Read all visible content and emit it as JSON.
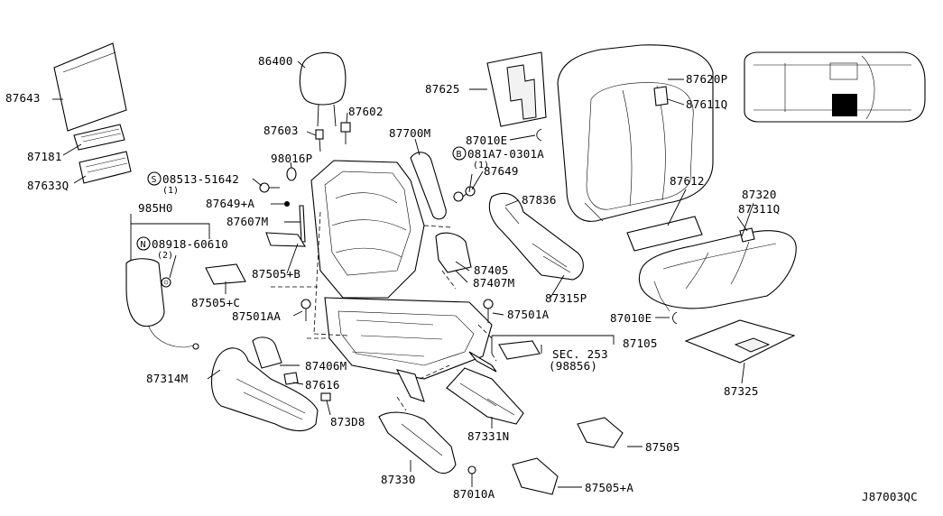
{
  "labels": {
    "l87643": "87643",
    "l87181": "87181",
    "l87633Q": "87633Q",
    "l86400": "86400",
    "l87603": "87603",
    "l87602": "87602",
    "l98016P": "98016P",
    "s08513": "08513-51642",
    "s08513_qty": "(1)",
    "l87649A": "87649+A",
    "l87607M": "87607M",
    "l985H0": "985H0",
    "n08918": "08918-60610",
    "n08918_qty": "(2)",
    "l87505B": "87505+B",
    "l87505C": "87505+C",
    "l87501AA": "87501AA",
    "l87700M": "87700M",
    "l87625": "87625",
    "l87010E_top": "87010E",
    "b081A7": "081A7-0301A",
    "b081A7_qty": "(1)",
    "l87649": "87649",
    "l87836": "87836",
    "l87405": "87405",
    "l87407M": "87407M",
    "l87315P": "87315P",
    "l87501A": "87501A",
    "l87620P": "87620P",
    "l87611Q": "87611Q",
    "l87612": "87612",
    "l87320": "87320",
    "l87311Q": "87311Q",
    "l87010E_bot": "87010E",
    "l87105": "87105",
    "sec253": "SEC. 253",
    "sec253_ref": "(98856)",
    "l87325": "87325",
    "l87314M": "87314M",
    "l87406M": "87406M",
    "l87616": "87616",
    "l873D8": "873D8",
    "l87331N": "87331N",
    "l87505": "87505",
    "l87330": "87330",
    "l87010A": "87010A",
    "l87505A": "87505+A",
    "diagram_code": "J87003QC"
  },
  "markers": {
    "s": "S",
    "n": "N",
    "b": "B"
  }
}
